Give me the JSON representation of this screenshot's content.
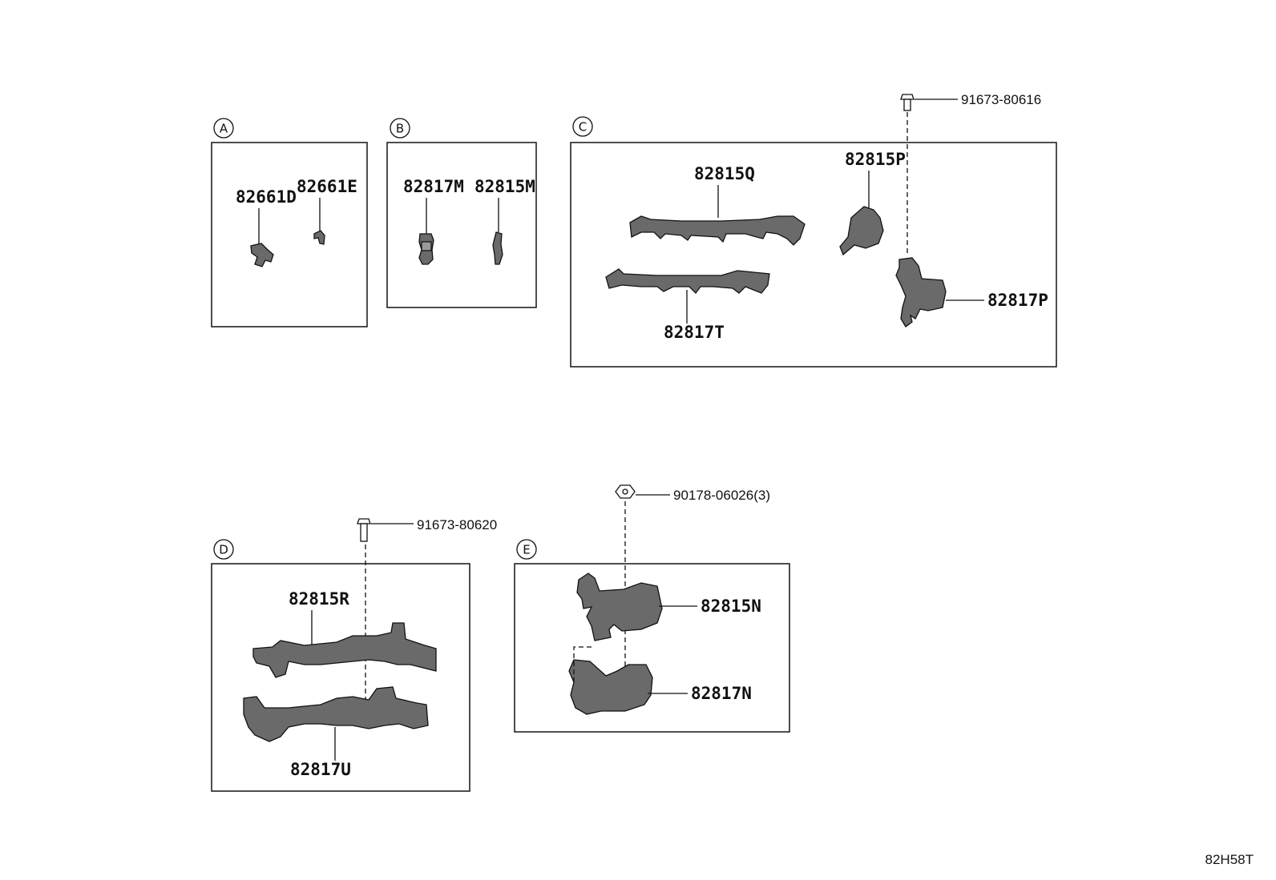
{
  "sections": {
    "A": {
      "letter": "A",
      "parts": [
        "82661D",
        "82661E"
      ]
    },
    "B": {
      "letter": "B",
      "parts": [
        "82817M",
        "82815M"
      ]
    },
    "C": {
      "letter": "C",
      "parts": [
        "82815Q",
        "82815P",
        "82817T",
        "82817P"
      ],
      "bolt": "91673-80616"
    },
    "D": {
      "letter": "D",
      "parts": [
        "82815R",
        "82817U"
      ],
      "bolt": "91673-80620"
    },
    "E": {
      "letter": "E",
      "parts": [
        "82815N",
        "82817N"
      ],
      "bolt": "90178-06026(3)"
    }
  },
  "diagram_code": "82H58T"
}
